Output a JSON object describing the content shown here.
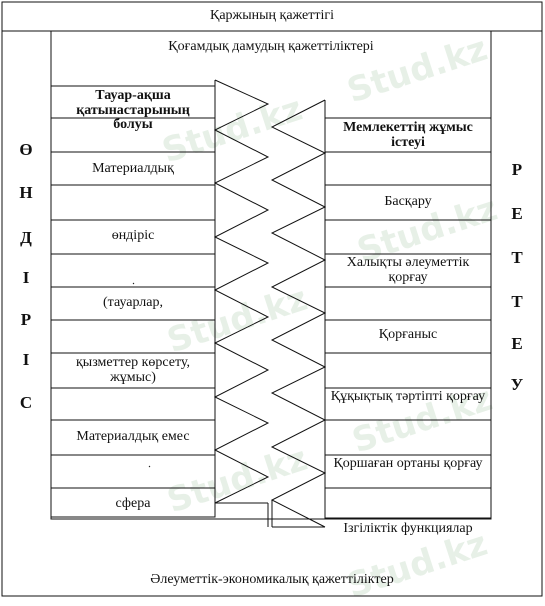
{
  "title_top": "Қаржының қажеттігі",
  "title_social": "Қоғамдық дамудың қажеттіліктері",
  "title_bottom": "Әлеуметтік-экономикалық қажеттіліктер",
  "left_vertical": [
    "Ө",
    "Н",
    "Д",
    "І",
    "Р",
    "І",
    "С"
  ],
  "right_vertical": [
    "Р",
    "Е",
    "Т",
    "Т",
    "Е",
    "У"
  ],
  "left_boxes": [
    "Тауар-ақша қатынастарының болуы",
    "Материалдық",
    "өндіріс",
    "(тауарлар,",
    "қызметтер көрсету, жұмыс)",
    "Материалдық емес",
    "сфера"
  ],
  "right_boxes": [
    "Мемлекеттің жұмыс істеуі",
    "Басқару",
    "Халықты әлеуметтік қорғау",
    "Қорғаныс",
    "Құқықтық тәртіпті қорғау",
    "Қоршаған ортаны қорғау",
    "Ізгіліктік функциялар"
  ],
  "watermark": "Stud.kz"
}
